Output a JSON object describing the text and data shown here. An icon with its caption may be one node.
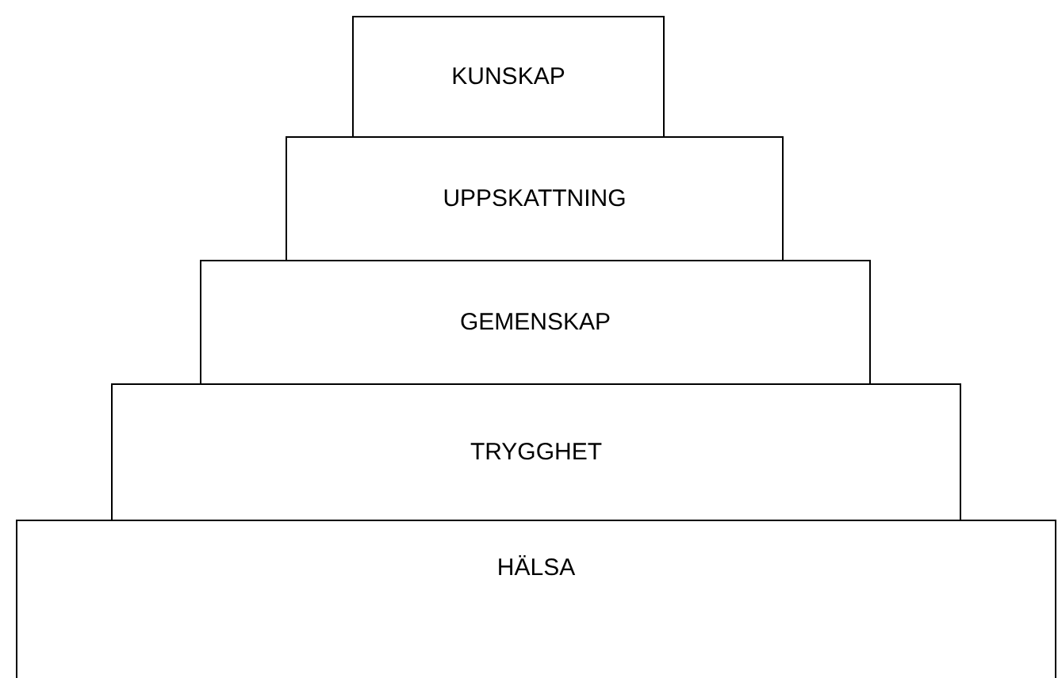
{
  "diagram": {
    "nodes": [
      {
        "text": [
          "KUNSKAP"
        ]
      },
      {
        "text": [
          "UPPSKATTNING"
        ]
      },
      {
        "text": [
          "GEMENSKAP"
        ]
      },
      {
        "text": [
          "TRYGGHET"
        ]
      },
      {
        "text": [
          "HÄLSA"
        ]
      }
    ]
  }
}
